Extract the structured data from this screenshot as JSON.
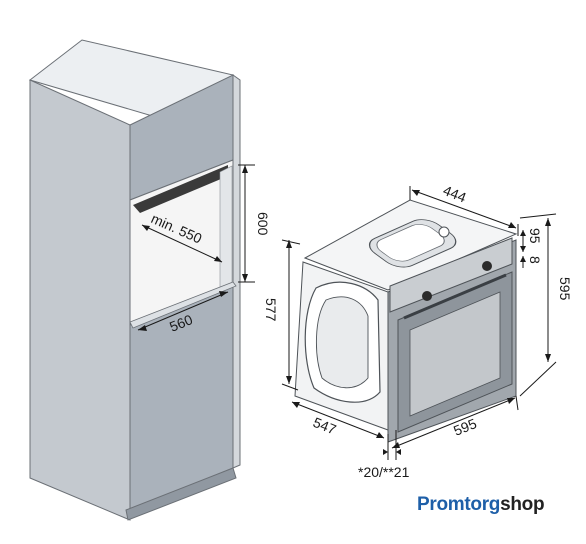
{
  "dimensions": {
    "cabinet_width": "560",
    "cabinet_depth": "min. 550",
    "niche_height": "600",
    "oven_height": "577",
    "oven_depth": "547",
    "oven_width_bottom": "595",
    "oven_height_front": "595",
    "oven_top_depth": "444",
    "panel_top": "95",
    "panel_gap": "8",
    "door_offset": "*20/**21"
  },
  "logo": {
    "part1": "Promtorg",
    "part2": "shop"
  },
  "colors": {
    "cabinet_front": "#a9b1ba",
    "cabinet_side": "#d6dadf",
    "cabinet_top": "#eef0f2",
    "niche_dark": "#3d3d3d",
    "oven_steel": "#9aa0a6",
    "oven_glass": "#b5b9bd",
    "logo_blue": "#1e5fa8",
    "logo_red": "#e63b2e"
  }
}
